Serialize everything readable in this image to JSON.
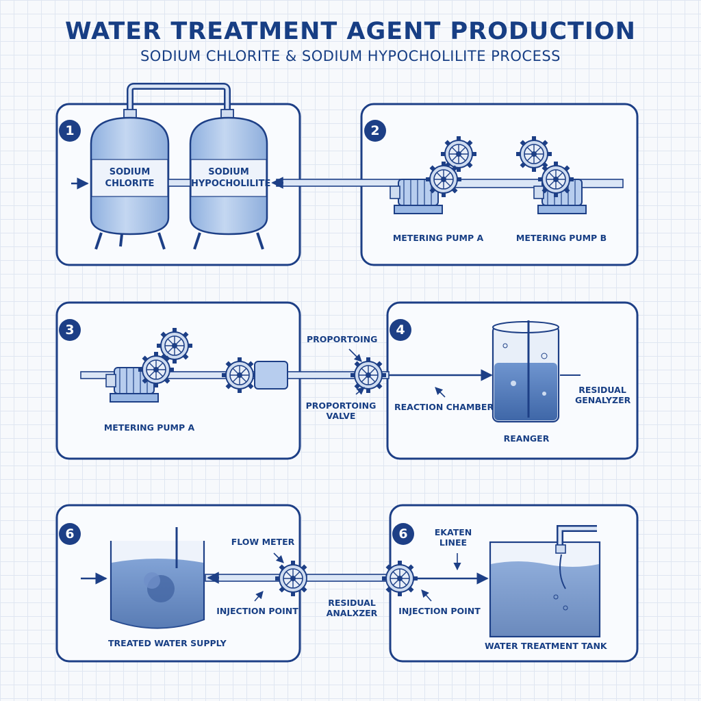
{
  "header": {
    "title": "WATER TREATMENT AGENT PRODUCTION",
    "subtitle": "SODIUM CHLORITE & SODIUM HYPOCHOLILITE PROCESS"
  },
  "colors": {
    "ink": "#1d3f86",
    "fill": "#a9c3e8",
    "water": "#4f78b8",
    "grid": "#dfe6f1"
  },
  "panels": [
    {
      "step": "1",
      "labels": {
        "tank_a": "SODIUM\nCHLORITE",
        "tank_b": "SODIUM\nHYPOCHOLILITE"
      }
    },
    {
      "step": "2",
      "labels": {
        "pump_a": "METERING PUMP A",
        "pump_b": "METERING PUMP B"
      }
    },
    {
      "step": "3",
      "labels": {
        "pump_a": "METERING PUMP A"
      }
    },
    {
      "step": "4",
      "labels": {
        "reaction_chamber": "REACTION CHAMBER",
        "reanger": "REANGER",
        "residual_analyzer": "RESIDUAL\nGENALYZER"
      }
    },
    {
      "step": "6",
      "labels": {
        "treated_supply": "TRЕATED WATER SUPPLY",
        "flow_meter": "FLOW METER",
        "injection_point": "INJECTION POINT"
      }
    },
    {
      "step": "6",
      "labels": {
        "ekaten_line": "EKATEN\nLINEE",
        "injection_point": "INJECTION POINT",
        "water_tank": "WATER TREATMENT TANK"
      }
    }
  ],
  "connectors": {
    "proportioning_top": "PROPORΤOING",
    "proportioning_valve": "PROPORTOING\nVALVE",
    "residual_analyzer": "RESIDUAL\nANALXZER"
  }
}
